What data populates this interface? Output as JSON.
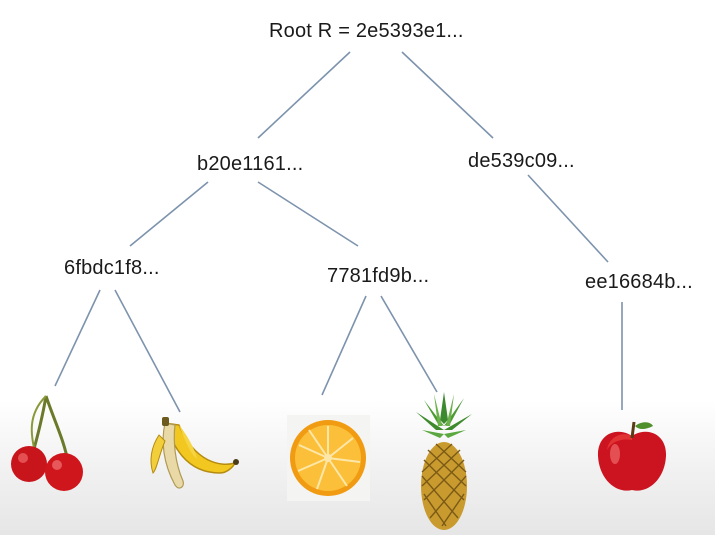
{
  "tree": {
    "root": {
      "label": "Root R = 2e5393e1..."
    },
    "nodes": [
      {
        "id": "b20",
        "label": "b20e1161..."
      },
      {
        "id": "de5",
        "label": "de539c09..."
      },
      {
        "id": "6fb",
        "label": "6fbdc1f8..."
      },
      {
        "id": "778",
        "label": "7781fd9b..."
      },
      {
        "id": "ee1",
        "label": "ee16684b..."
      }
    ],
    "leaves": [
      {
        "id": "cherry",
        "icon": "cherry-icon"
      },
      {
        "id": "banana",
        "icon": "banana-icon"
      },
      {
        "id": "orange",
        "icon": "orange-icon"
      },
      {
        "id": "pineapple",
        "icon": "pineapple-icon"
      },
      {
        "id": "apple",
        "icon": "apple-icon"
      }
    ],
    "edges": [
      {
        "from": "root",
        "to": "b20"
      },
      {
        "from": "root",
        "to": "de5"
      },
      {
        "from": "b20",
        "to": "6fb"
      },
      {
        "from": "b20",
        "to": "778"
      },
      {
        "from": "de5",
        "to": "ee1"
      },
      {
        "from": "6fb",
        "to": "cherry"
      },
      {
        "from": "6fb",
        "to": "banana"
      },
      {
        "from": "778",
        "to": "orange"
      },
      {
        "from": "778",
        "to": "pineapple"
      },
      {
        "from": "ee1",
        "to": "apple"
      }
    ]
  },
  "colors": {
    "edge": "#7d93ad",
    "text": "#1a1a1a"
  }
}
